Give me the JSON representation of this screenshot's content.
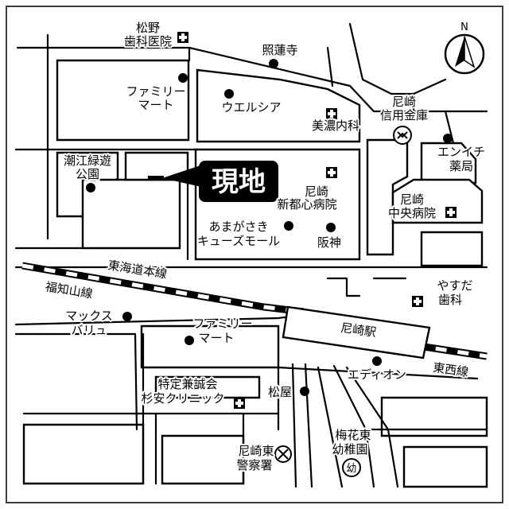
{
  "map": {
    "current_location": "現地",
    "north": "N",
    "labels": {
      "matsuno": [
        "松野",
        "歯科医院"
      ],
      "shorenji": "照蓮寺",
      "familymart_1": [
        "ファミリー",
        "マート"
      ],
      "welcia": "ウエルシア",
      "amagasaki_shinyo": [
        "尼崎",
        "信用金庫"
      ],
      "mino_naika": "美濃内科",
      "ennichi": [
        "エンイチ",
        "薬局"
      ],
      "shioe_park": [
        "潮江緑遊",
        "公園"
      ],
      "shintoshin": [
        "尼崎",
        "新都心病院"
      ],
      "chuo_hospital": [
        "尼崎",
        "中央病院"
      ],
      "cues_mall": [
        "あまがさき",
        "キューズモール"
      ],
      "hanshin": "阪神",
      "tokaido_line": "東海道本線",
      "fukuchiyama_line": "福知山線",
      "yasuda": [
        "やすだ",
        "歯科"
      ],
      "maxvalu": [
        "マックス",
        "バリュ"
      ],
      "familymart_2": [
        "ファミリー",
        "マート"
      ],
      "amagasaki_station": "尼崎駅",
      "aeon": "エディオン",
      "tozai_line": "東西線",
      "sugiyasu": [
        "特定兼誠会",
        "杉安クリニック"
      ],
      "matsuya": "松屋",
      "umehana": [
        "梅花東",
        "幼稚園"
      ],
      "police": [
        "尼崎東",
        "警察署"
      ],
      "kindergarten_symbol": "幼"
    }
  }
}
